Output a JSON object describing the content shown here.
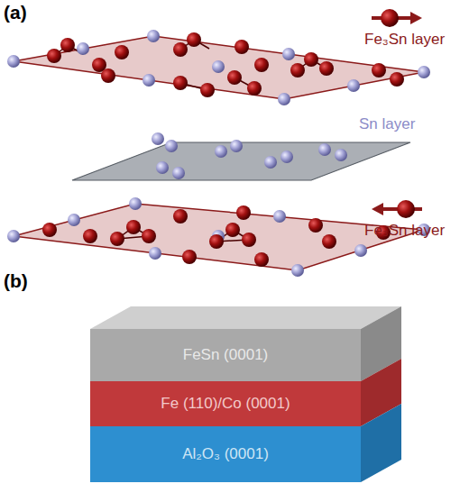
{
  "diagram": {
    "nodes": [
      {
        "text": [
          "FeSn (0001)"
        ]
      },
      {
        "text": [
          "Fe (110)/Co (0001)"
        ]
      },
      {
        "text": [
          "Al₂O₃ (0001)"
        ]
      }
    ],
    "labels": [
      "(a)",
      "Fe₃Sn layer",
      "Sn layer",
      "Fe₃Sn layer",
      "(b)"
    ]
  }
}
